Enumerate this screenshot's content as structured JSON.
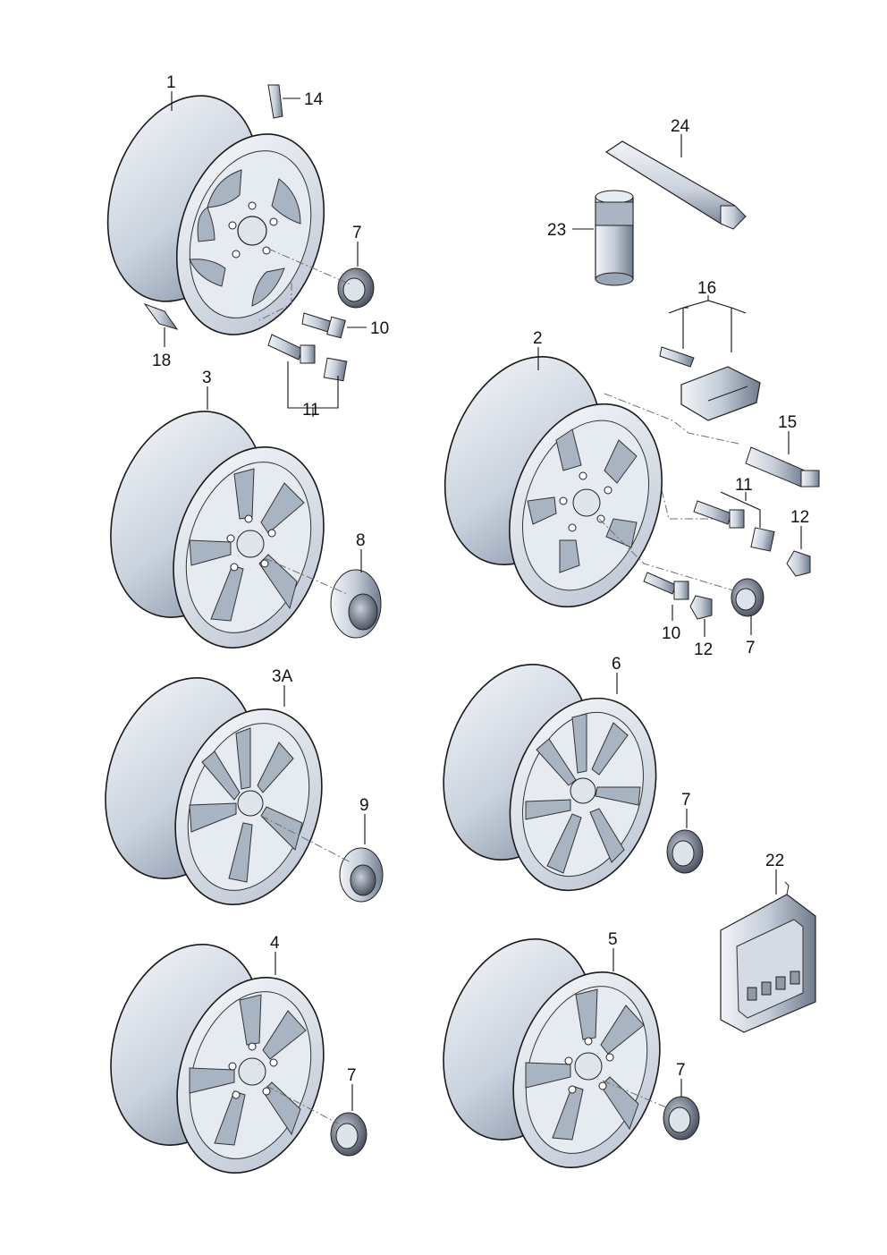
{
  "diagram": {
    "colors": {
      "tire_light": "#e9edf3",
      "tire_mid": "#b8c3d1",
      "tire_dark": "#6f7d90",
      "outline": "#1a1a1a",
      "hub_dark": "#2f3440",
      "background": "#ffffff"
    },
    "callouts": [
      {
        "id": "c1",
        "label": "1"
      },
      {
        "id": "c14",
        "label": "14"
      },
      {
        "id": "c7a",
        "label": "7"
      },
      {
        "id": "c10a",
        "label": "10"
      },
      {
        "id": "c18",
        "label": "18"
      },
      {
        "id": "c11a",
        "label": "11"
      },
      {
        "id": "c24",
        "label": "24"
      },
      {
        "id": "c23",
        "label": "23"
      },
      {
        "id": "c16",
        "label": "16"
      },
      {
        "id": "c2",
        "label": "2"
      },
      {
        "id": "c15",
        "label": "15"
      },
      {
        "id": "c11b",
        "label": "11"
      },
      {
        "id": "c12a",
        "label": "12"
      },
      {
        "id": "c10b",
        "label": "10"
      },
      {
        "id": "c12b",
        "label": "12"
      },
      {
        "id": "c7b",
        "label": "7"
      },
      {
        "id": "c3",
        "label": "3"
      },
      {
        "id": "c8",
        "label": "8"
      },
      {
        "id": "c3A",
        "label": "3A"
      },
      {
        "id": "c9",
        "label": "9"
      },
      {
        "id": "c6",
        "label": "6"
      },
      {
        "id": "c7c",
        "label": "7"
      },
      {
        "id": "c22",
        "label": "22"
      },
      {
        "id": "c4",
        "label": "4"
      },
      {
        "id": "c7d",
        "label": "7"
      },
      {
        "id": "c5",
        "label": "5"
      },
      {
        "id": "c7e",
        "label": "7"
      }
    ]
  }
}
